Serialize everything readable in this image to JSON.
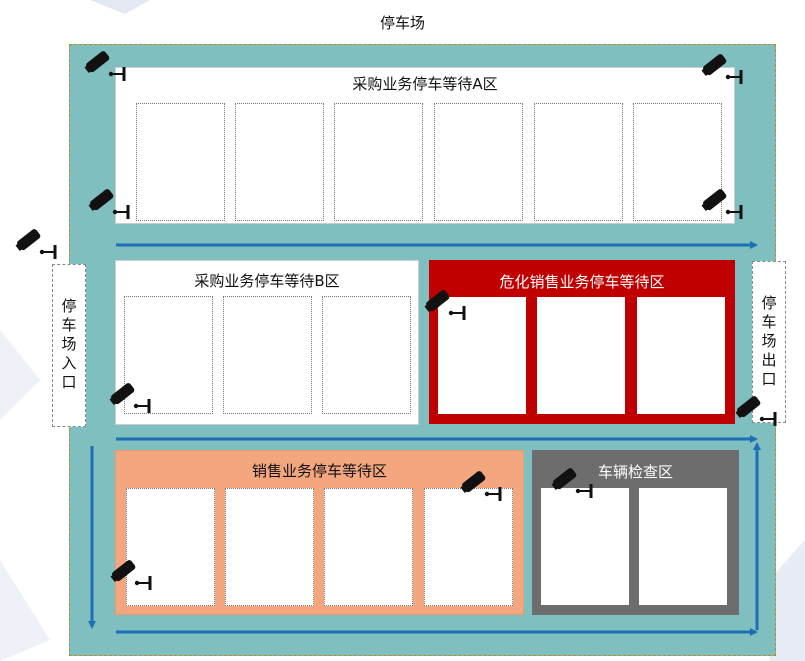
{
  "title": "停车场",
  "zones": {
    "purchase_a": {
      "label": "采购业务停车等待A区",
      "bg": "#ffffff",
      "text_color": "#111111"
    },
    "purchase_b": {
      "label": "采购业务停车等待B区",
      "bg": "#ffffff",
      "text_color": "#111111"
    },
    "hazard_sales": {
      "label": "危化销售业务停车等待区",
      "bg": "#c00000",
      "text_color": "#ffffff"
    },
    "sales": {
      "label": "销售业务停车等待区",
      "bg": "#f4a67e",
      "text_color": "#111111"
    },
    "inspection": {
      "label": "车辆检查区",
      "bg": "#6d6d6d",
      "text_color": "#ffffff"
    }
  },
  "gates": {
    "entrance": "停车场入口",
    "exit": "停车场出口"
  },
  "colors": {
    "lot": "#7fbfbf",
    "arrow": "#1f6fb4"
  },
  "icons": [
    "camera-icon"
  ]
}
